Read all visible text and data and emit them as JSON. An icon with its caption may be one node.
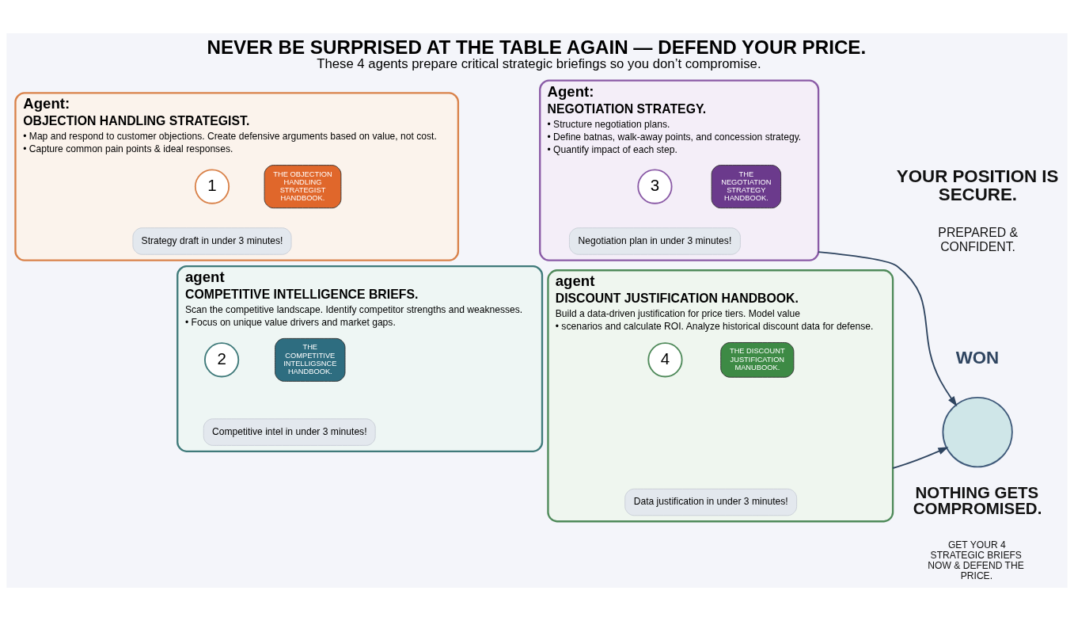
{
  "diagram": {
    "title": "NEVER BE SURPRISED AT THE TABLE AGAIN — DEFEND YOUR PRICE.",
    "caption": "These 4 agents prepare critical strategic briefings so you don’t compromise.",
    "nodes": [
      {
        "text": [
          "Agent:",
          "OBJECTION HANDLING STRATEGIST.",
          "• Map and respond to customer objections. Create defensive arguments based on value, not cost.",
          "• Capture common pain points & ideal responses."
        ]
      },
      {
        "text": [
          "1"
        ],
        "in": 0
      },
      {
        "text": [
          "THE OBJECTION HANDLING STRATEGIST HANDBOOK."
        ],
        "in": 0
      },
      {
        "text": [
          "Strategy draft in under 3 minutes!"
        ],
        "in": 0
      },
      {
        "text": [
          "Agent:",
          "NEGOTIATION STRATEGY.",
          "• Structure negotiation plans.",
          "• Define batnas, walk-away points, and concession strategy.",
          "• Quantify impact of each step."
        ]
      },
      {
        "text": [
          "3"
        ],
        "in": 4
      },
      {
        "text": [
          "THE NEGOTIATION STRATEGY HANDBOOK."
        ],
        "in": 4
      },
      {
        "text": [
          "Negotiation plan in under 3 minutes!"
        ],
        "in": 4
      },
      {
        "text": [
          "agent",
          "COMPETITIVE INTELLIGENCE BRIEFS.",
          "Scan the competitive landscape. Identify competitor strengths and weaknesses.",
          "• Focus on unique value drivers and market gaps."
        ]
      },
      {
        "text": [
          "2"
        ],
        "in": 8
      },
      {
        "text": [
          "THE COMPETITIVE INTELLIGSNCE HANDBOOK."
        ],
        "in": 8
      },
      {
        "text": [
          "Competitive intel in under 3 minutes!"
        ],
        "in": 8
      },
      {
        "text": [
          "agent",
          "DISCOUNT JUSTIFICATION HANDBOOK.",
          "Build a data-driven justification for price tiers. Model value",
          "• scenarios and calculate ROI. Analyze historical discount data for defense."
        ]
      },
      {
        "text": [
          "4"
        ],
        "in": 12
      },
      {
        "text": [
          "THE DISCOUNT JUSTIFICATION MANUBOOK."
        ],
        "in": 12
      },
      {
        "text": [
          "Data justification in under 3 minutes!"
        ],
        "in": 12
      },
      {
        "text": [],
        "shape": "circle"
      }
    ],
    "edges": [
      {
        "from": 4,
        "to": 16,
        "arrow": "to"
      },
      {
        "from": 12,
        "to": 16,
        "arrow": "to"
      }
    ],
    "labels": [
      "YOUR POSITION IS SECURE.",
      "PREPARED & CONFIDENT.",
      "WON",
      "NOTHING GETS COMPROMISED.",
      "GET YOUR 4 STRATEGIC BRIEFS NOW & DEFEND THE PRICE."
    ]
  }
}
